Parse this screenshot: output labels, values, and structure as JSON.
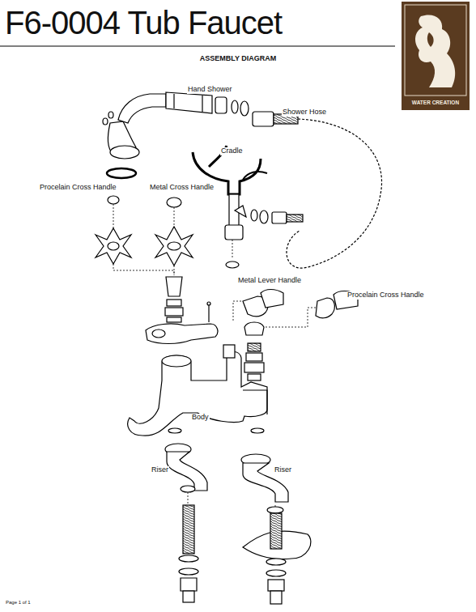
{
  "diagram": {
    "title": "F6-0004 Tub Faucet",
    "labels": [
      "ASSEMBLY DIAGRAM",
      "WATER CREATION",
      "Hand Shower",
      "Shower Hose",
      "Cradle",
      "Procelain Cross Handle",
      "Metal Cross Handle",
      "Metal Lever Handle",
      "Procelain Cross Handle",
      "Body",
      "Riser",
      "Riser",
      "Page 1 of 1"
    ]
  }
}
